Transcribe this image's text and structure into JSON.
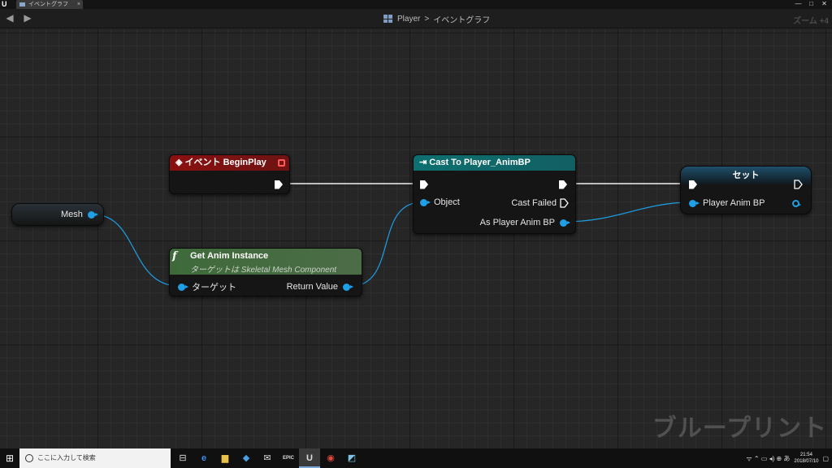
{
  "window": {
    "logo": "U",
    "tab_title": "イベントグラフ",
    "tab_close": "×",
    "controls": [
      "—",
      "□",
      "✕"
    ]
  },
  "toolbar": {
    "back": "◀",
    "forward": "▶",
    "breadcrumb_root": "Player",
    "breadcrumb_sep": ">",
    "breadcrumb_leaf": "イベントグラフ",
    "zoom": "ズーム +4"
  },
  "graph": {
    "watermark": "ブループリント",
    "wire_exec_color": "#f2f2f2",
    "wire_object_color": "#1e9fe6"
  },
  "nodes": {
    "mesh": {
      "output_label": "Mesh"
    },
    "beginplay": {
      "icon": "◈",
      "title": "イベント BeginPlay"
    },
    "cast": {
      "icon": "⇥",
      "title": "Cast To Player_AnimBP",
      "input_object": "Object",
      "cast_failed": "Cast Failed",
      "output": "As Player Anim BP"
    },
    "getanim": {
      "icon": "f",
      "title": "Get Anim Instance",
      "subtitle": "ターゲットは Skeletal Mesh Component",
      "input": "ターゲット",
      "output": "Return Value"
    },
    "set": {
      "title": "セット",
      "input": "Player Anim BP"
    }
  },
  "taskbar": {
    "start": "⊞",
    "search_placeholder": "ここに入力して検索",
    "apps": [
      "⊟",
      "e",
      "▆",
      "◆",
      "✉",
      "EPIC",
      "U",
      "◉",
      "◩"
    ],
    "tray_icons": "ᯤ ⌃ ▭ ◂) ⊕ あ",
    "time": "21:54",
    "date": "2018/07/10",
    "notification": "▢"
  }
}
